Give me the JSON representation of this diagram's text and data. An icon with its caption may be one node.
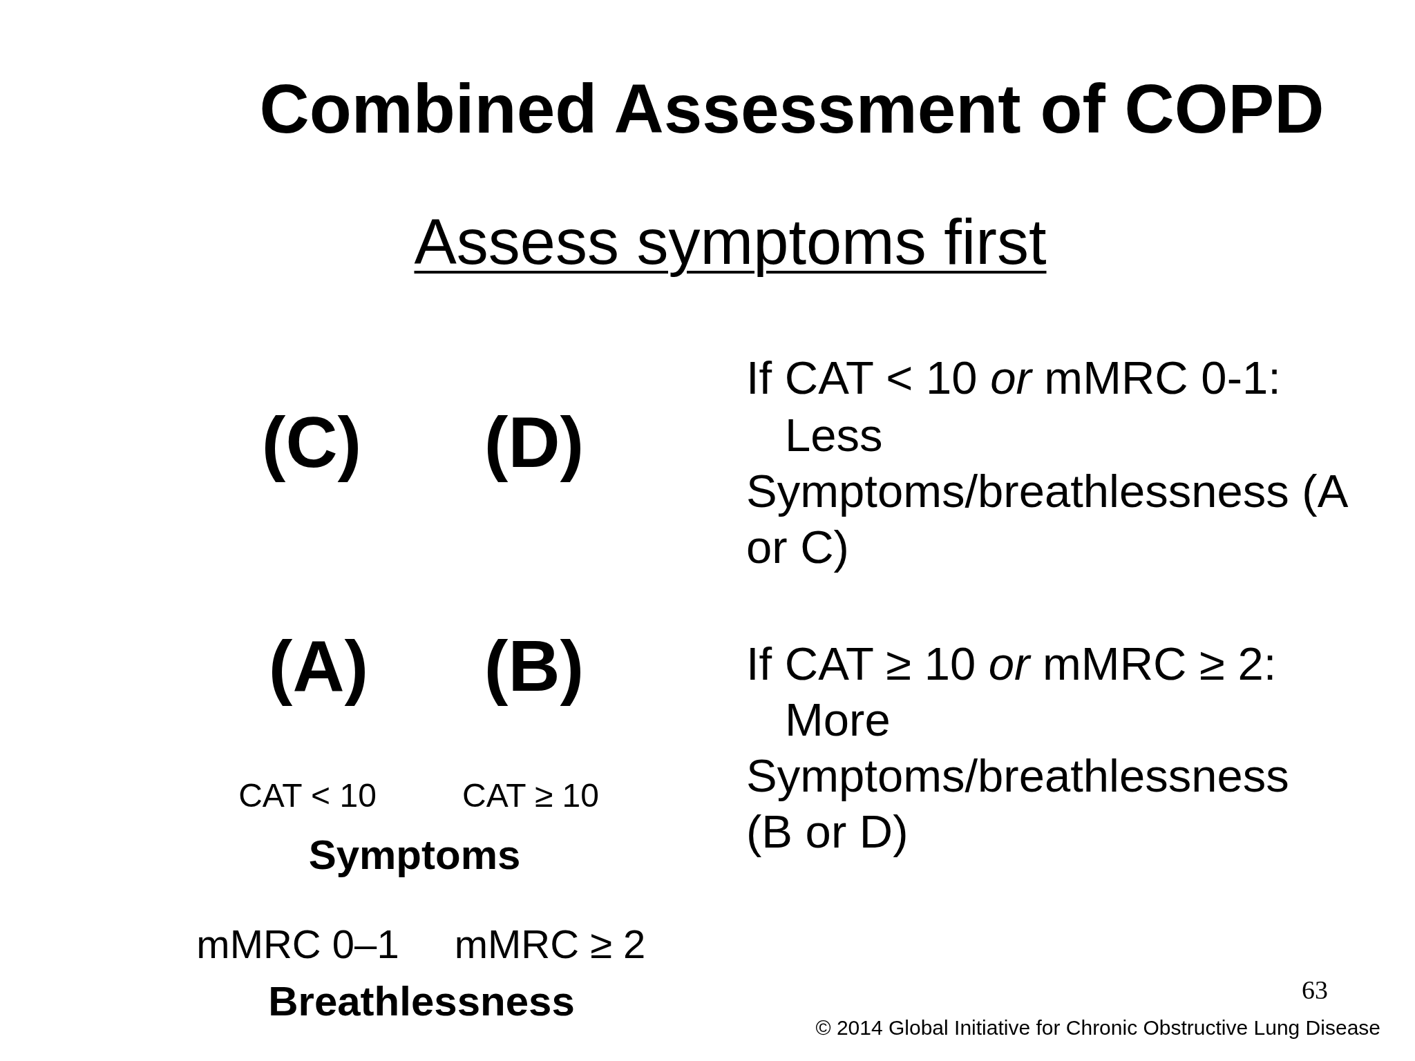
{
  "diagram": {
    "title": "Combined Assessment of COPD",
    "labels": [
      "Assess symptoms first",
      "(C)",
      "(D)",
      "If CAT < 10 *or* mMRC 0-1:",
      "Less Symptoms/breathlessness (A or C)",
      "(A)",
      "(B)",
      "If CAT ≥ 10 *or* mMRC ≥ 2:",
      "More Symptoms/breathlessness (B or D)",
      "CAT < 10",
      "CAT ≥ 10",
      "Symptoms",
      "mMRC 0–1",
      "mMRC ≥ 2",
      "Breathlessness",
      "63",
      "© 2014 Global Initiative for Chronic Obstructive Lung Disease"
    ]
  }
}
